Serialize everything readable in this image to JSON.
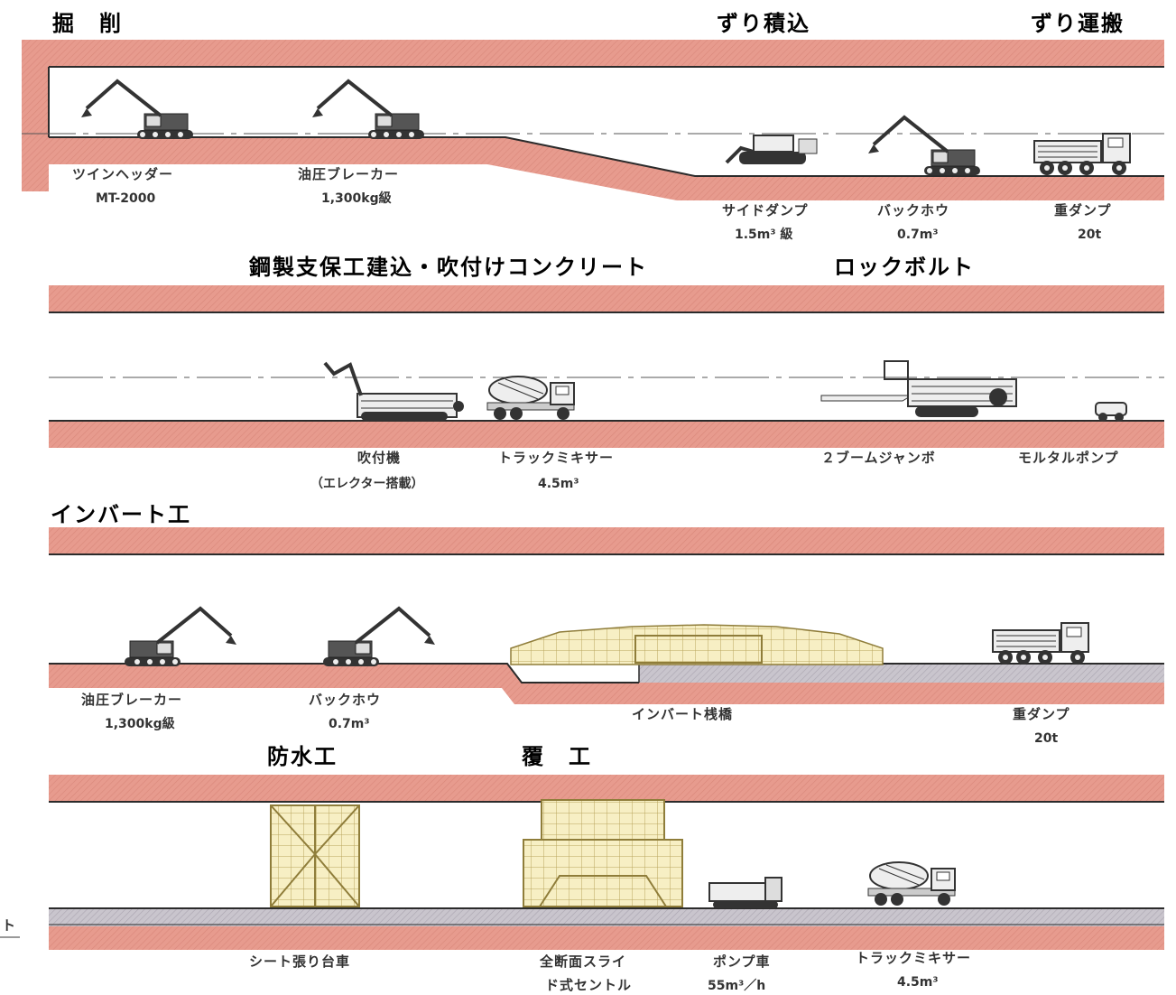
{
  "colors": {
    "rock": "#e79b8e",
    "rock_edge": "#2b2b2b",
    "invert_gray": "#c5c1c9",
    "form_fill": "#f7efc4",
    "form_line": "#b9a45c",
    "machine_dark": "#333333",
    "machine_light": "#ececec"
  },
  "sections": {
    "excavation": {
      "title": "掘　削",
      "title2": "ずり積込",
      "title3": "ずり運搬",
      "m1_name": "ツインヘッダー",
      "m1_spec": "MT-2000",
      "m2_name": "油圧ブレーカー",
      "m2_spec": "1,300kg級",
      "m3_name": "サイドダンプ",
      "m3_spec": "1.5m³ 級",
      "m4_name": "バックホウ",
      "m4_spec": "0.7m³",
      "m5_name": "重ダンプ",
      "m5_spec": "20t"
    },
    "support": {
      "title": "鋼製支保工建込・吹付けコンクリート",
      "title2": "ロックボルト",
      "m1_name": "吹付機",
      "m1_spec": "（エレクター搭載）",
      "m2_name": "トラックミキサー",
      "m2_spec": "4.5m³",
      "m3_name": "２ブームジャンボ",
      "m4_name": "モルタルポンプ"
    },
    "invert": {
      "title": "インバート工",
      "m1_name": "油圧ブレーカー",
      "m1_spec": "1,300kg級",
      "m2_name": "バックホウ",
      "m2_spec": "0.7m³",
      "m3_name": "インバート桟橋",
      "m4_name": "重ダンプ",
      "m4_spec": "20t"
    },
    "lining": {
      "title": "防水工",
      "title2": "覆　工",
      "edge_text": "ト",
      "m1_name": "シート張り台車",
      "m2_name": "全断面スライ",
      "m2_name2": "ド式セントル",
      "m3_name": "ポンプ車",
      "m3_spec": "55m³／h",
      "m4_name": "トラックミキサー",
      "m4_spec": "4.5m³"
    }
  }
}
